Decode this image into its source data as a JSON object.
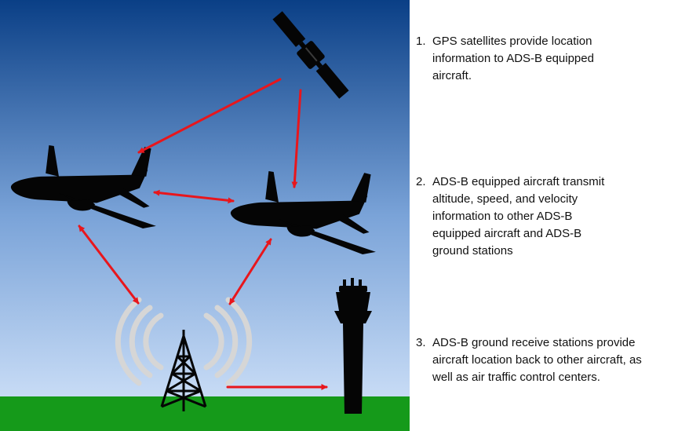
{
  "colors": {
    "sky_top": "#0a3f86",
    "sky_mid": "#7aa3d8",
    "sky_bottom": "#d6e6fb",
    "ground": "#159a1a",
    "arrow": "#e8161c",
    "silhouette": "#050505",
    "radio_waves": "#d6d6d6"
  },
  "icons": {
    "satellite": "satellite-icon",
    "aircraft_left": "airplane-icon",
    "aircraft_right": "airplane-icon",
    "ground_station": "radio-tower-icon",
    "control_tower": "control-tower-icon"
  },
  "steps": [
    {
      "number": "1.",
      "lines": [
        "GPS satellites provide location",
        "information to ADS-B equipped",
        "aircraft."
      ]
    },
    {
      "number": "2.",
      "lines": [
        "ADS-B equipped aircraft transmit",
        "altitude, speed, and velocity",
        "information to other ADS-B",
        "equipped aircraft and ADS-B",
        "ground stations"
      ]
    },
    {
      "number": "3.",
      "lines": [
        "ADS-B ground receive stations provide",
        "aircraft location back to other aircraft, as",
        "well as air traffic control centers."
      ]
    }
  ]
}
